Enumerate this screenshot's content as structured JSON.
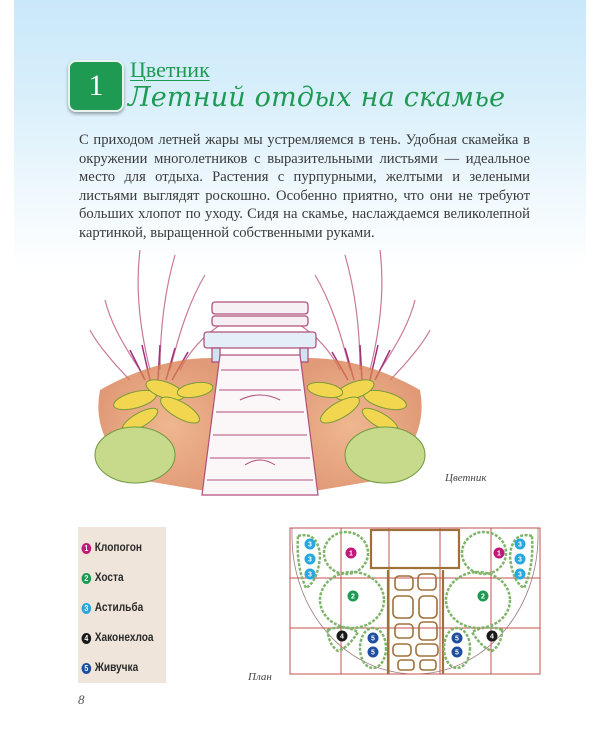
{
  "header": {
    "chapter_number": "1",
    "kicker": "Цветник",
    "title": "Летний отдых на скамье"
  },
  "intro": {
    "text": "С приходом летней жары мы устремляемся в тень. Удобная скамейка в окружении многолетников с выразительными листьями — идеальное место для отдыха. Растения с пурпурными, желтыми и зелеными листьями выглядят роскошно. Особенно приятно, что они не требуют больших хлопот по уходу. Сидя на скамье, наслаждаемся великолепной картинкой, выращенной собственными руками."
  },
  "illustration": {
    "caption": "Цветник",
    "icon": "garden-bench-illustration"
  },
  "legend": {
    "items": [
      {
        "num": "1",
        "label": "Клопогон",
        "color": "#c2187a"
      },
      {
        "num": "2",
        "label": "Хоста",
        "color": "#1f9a52"
      },
      {
        "num": "3",
        "label": "Астильба",
        "color": "#29a8e0"
      },
      {
        "num": "4",
        "label": "Хаконехлоа",
        "color": "#1a1a1a"
      },
      {
        "num": "5",
        "label": "Живучка",
        "color": "#1f4ea0"
      }
    ]
  },
  "plan": {
    "caption": "План",
    "grid_color": "#c0504d",
    "path_color": "#a0703a",
    "plant_outline_color": "#7fb56a",
    "markers": {
      "m1": "1",
      "m2": "2",
      "m3": "3",
      "m4": "4",
      "m5": "5"
    }
  },
  "footer": {
    "page_number": "8"
  }
}
